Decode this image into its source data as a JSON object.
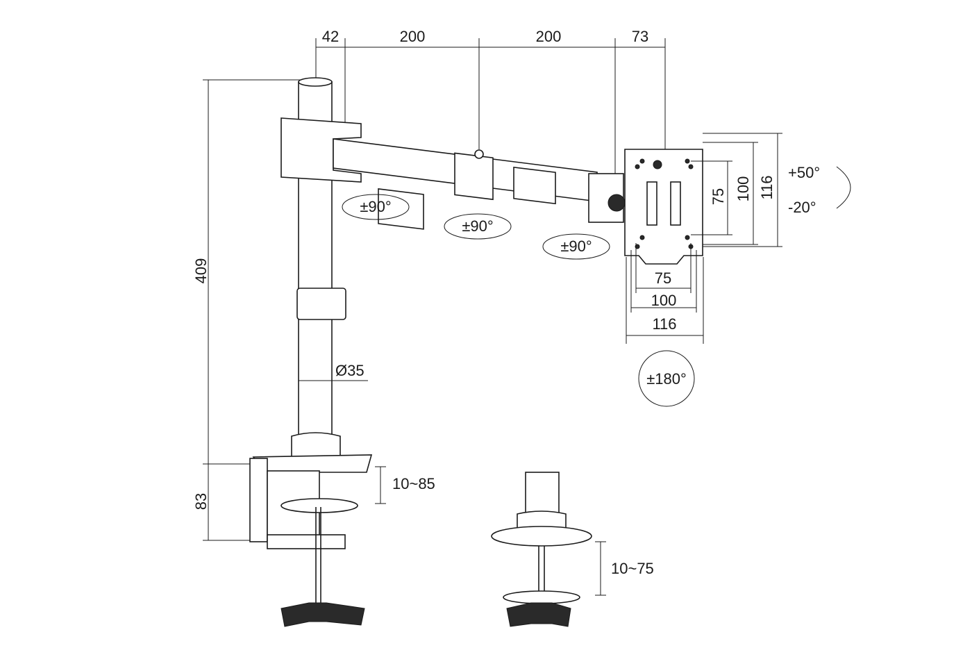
{
  "title": "Monitor arm dimension drawing",
  "dimensions": {
    "top": [
      "42",
      "200",
      "200",
      "73"
    ],
    "pole_height": "409",
    "clamp_height": "83",
    "pole_diameter": "Ø35",
    "clamp_range": "10~85",
    "grommet_range": "10~75",
    "vesa_vertical": [
      "75",
      "100",
      "116"
    ],
    "vesa_horizontal": [
      "75",
      "100",
      "116"
    ]
  },
  "rotations": {
    "joint_1": "±90°",
    "joint_2": "±90°",
    "joint_3": "±90°",
    "tilt_up": "+50°",
    "tilt_down": "-20°",
    "rotate": "±180°"
  }
}
